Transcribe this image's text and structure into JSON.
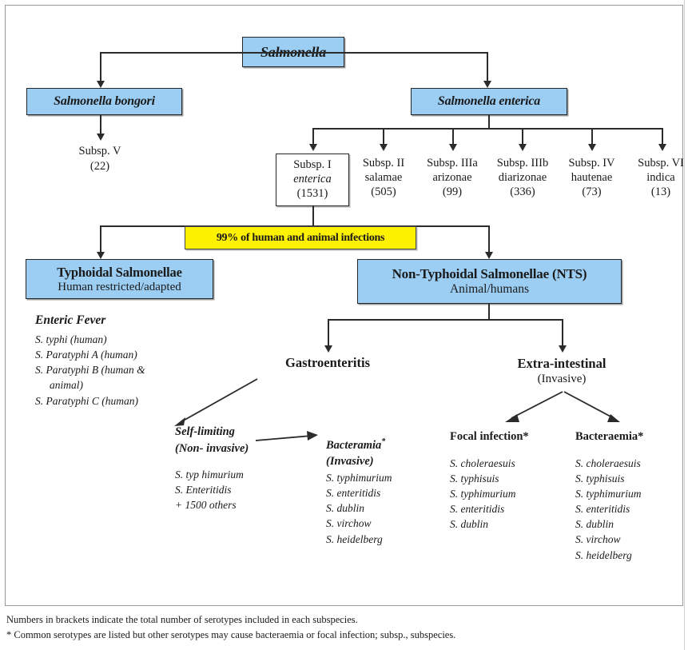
{
  "diagram": {
    "title": "Salmonella classification",
    "colors": {
      "taxon_box_fill": "#9CCEF4",
      "banner_fill": "#FFF200",
      "line": "#2b2b2b",
      "text": "#1a1a1a"
    },
    "root": {
      "label": "Salmonella"
    },
    "genus_children": [
      {
        "label": "Salmonella bongori"
      },
      {
        "label": "Salmonella enterica"
      }
    ],
    "bongori_subspecies": {
      "label": "Subsp. V",
      "count": "(22)"
    },
    "enterica_subspecies": [
      {
        "rank": "Subsp. I",
        "name": "enterica",
        "count": "(1531)",
        "boxed": true
      },
      {
        "rank": "Subsp. II",
        "name": "salamae",
        "count": "(505)",
        "boxed": false
      },
      {
        "rank": "Subsp. IIIa",
        "name": "arizonae",
        "count": "(99)",
        "boxed": false
      },
      {
        "rank": "Subsp. IIIb",
        "name": "diarizonae",
        "count": "(336)",
        "boxed": false
      },
      {
        "rank": "Subsp. IV",
        "name": "hautenae",
        "count": "(73)",
        "boxed": false
      },
      {
        "rank": "Subsp. VI",
        "name": "indica",
        "count": "(13)",
        "boxed": false
      }
    ],
    "banner": {
      "label": "99% of human and animal infections"
    },
    "typhoidal": {
      "title": "Typhoidal Salmonellae",
      "subtitle": "Human restricted/adapted",
      "list_heading": "Enteric Fever",
      "list": [
        "S. typhi (human)",
        "S. Paratyphi A (human)",
        "S. Paratyphi B (human &",
        "animal)",
        "S. Paratyphi C (human)"
      ]
    },
    "nts": {
      "title": "Non-Typhoidal Salmonellae (NTS)",
      "subtitle": "Animal/humans"
    },
    "gastroenteritis": {
      "title": "Gastroenteritis",
      "self_limiting": {
        "heading_line1": "Self-limiting",
        "heading_line2": "(Non- invasive)",
        "list": [
          "S. typ himurium",
          "S. Enteritidis",
          "+ 1500 others"
        ]
      },
      "bacteramia": {
        "heading_line1": "Bacteramia",
        "heading_marker": "*",
        "heading_line2": "(Invasive)",
        "list": [
          "S. typhimurium",
          "S. enteritidis",
          "S. dublin",
          "S. virchow",
          "S. heidelberg"
        ]
      }
    },
    "extra_intestinal": {
      "title": "Extra-intestinal",
      "subtitle": "(Invasive)",
      "focal_infection": {
        "heading": "Focal infection*",
        "list": [
          "S. choleraesuis",
          "S. typhisuis",
          "S. typhimurium",
          "S. enteritidis",
          "S. dublin"
        ]
      },
      "bacteraemia": {
        "heading": "Bacteraemia*",
        "list": [
          "S. choleraesuis",
          "S. typhisuis",
          "S. typhimurium",
          "S. enteritidis",
          "S. dublin",
          "S. virchow",
          "S. heidelberg"
        ]
      }
    },
    "footnotes": [
      "Numbers in brackets indicate the total number of serotypes included in each subspecies.",
      "* Common serotypes are listed but other serotypes may cause bacteraemia or focal infection; subsp., subspecies."
    ]
  }
}
